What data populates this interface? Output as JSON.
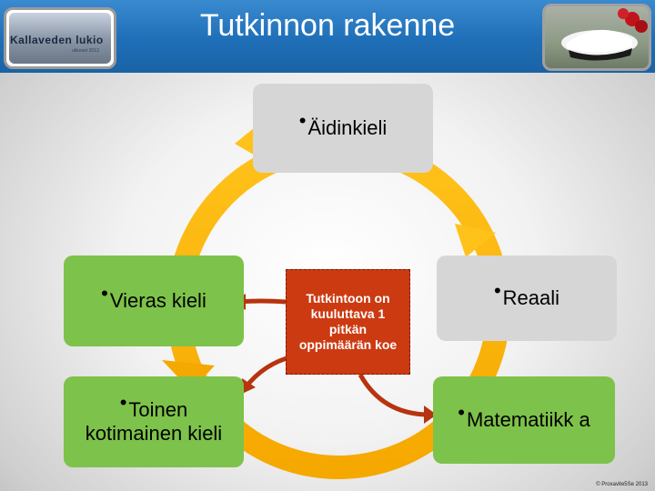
{
  "header": {
    "title": "Tutkinnon rakenne",
    "logo_text": "Kallaveden lukio",
    "logo_subtext": "ukkoset 2013"
  },
  "boxes": {
    "aidinkieli": "Äidinkieli",
    "vieras_kieli": "Vieras kieli",
    "toinen_kotimainen": "Toinen kotimainen kieli",
    "reaali": "Reaali",
    "matematiikka": "Matematiikk a",
    "center": "Tutkintoon on kuuluttava 1 pitkän oppimäärän koe"
  },
  "footer": "© Proxavite5Se 2013",
  "colors": {
    "header": "#1f6fb8",
    "ring": "#f7b500",
    "green_box": "#7dc24a",
    "grey_box": "#d6d6d6",
    "center_box": "#cc3a12"
  }
}
